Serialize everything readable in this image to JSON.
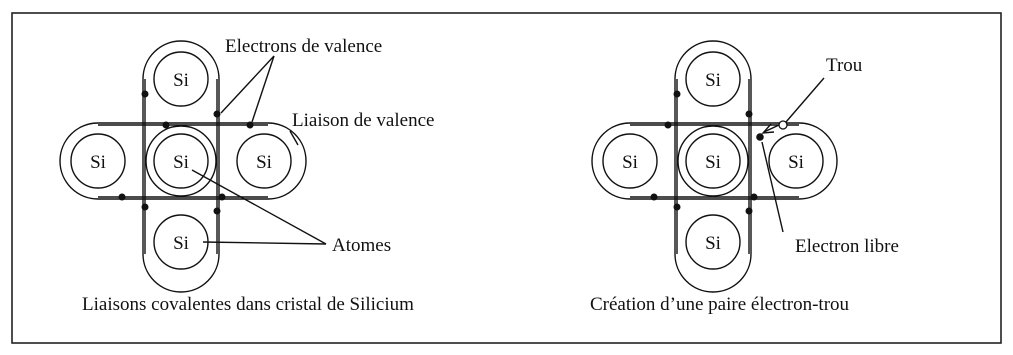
{
  "atom_symbol": "Si",
  "left_diagram": {
    "labels": {
      "electrons_valence": "Electrons de valence",
      "liaison_valence": "Liaison de valence",
      "atomes": "Atomes"
    },
    "caption": "Liaisons covalentes dans cristal de Silicium"
  },
  "right_diagram": {
    "labels": {
      "trou": "Trou",
      "electron_libre": "Electron libre"
    },
    "caption": "Création d’une paire électron-trou"
  }
}
